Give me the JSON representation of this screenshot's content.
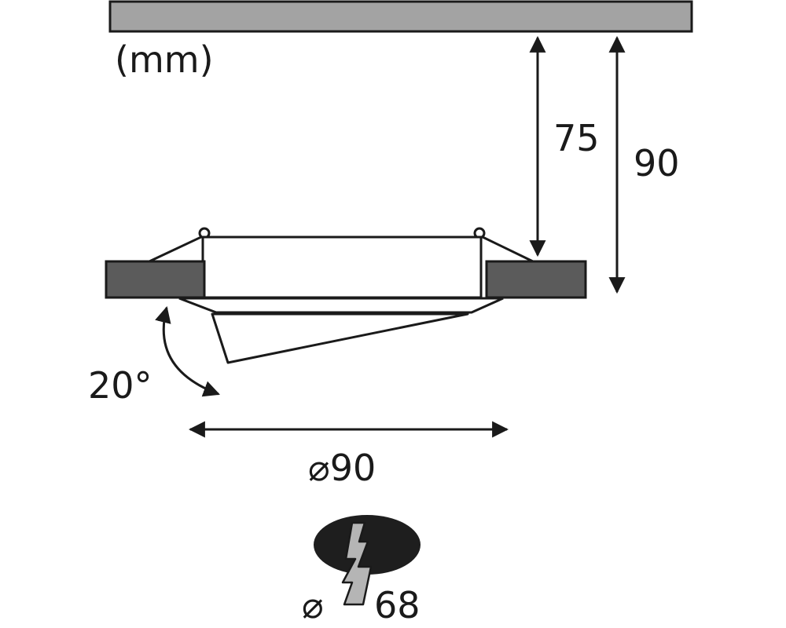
{
  "diagram": {
    "unit_label": "(mm)",
    "dimensions": {
      "inner_height": "75",
      "total_height": "90",
      "tilt_angle": "20°",
      "diameter": "⌀90",
      "cutout_symbol": "⌀",
      "cutout_value": "68"
    },
    "icons": {
      "cutout": "circular-cutout-drill-icon"
    },
    "colors": {
      "ceiling_fill": "#a3a3a3",
      "flange_fill": "#5b5b5b",
      "line": "#1a1a1a",
      "cutout_fill": "#1e1e1e",
      "background": "#ffffff"
    }
  }
}
